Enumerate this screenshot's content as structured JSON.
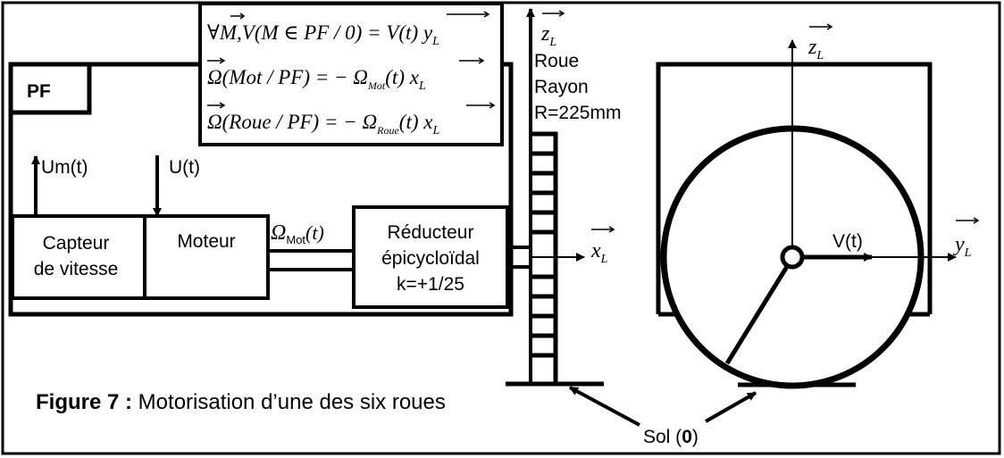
{
  "labels": {
    "pf": "PF",
    "um": "Um(t)",
    "u": "U(t)",
    "omega_mot": "Ω",
    "omega_mot_sub": "Mot",
    "omega_mot_t": "(t)",
    "capteur_line1": "Capteur",
    "capteur_line2": "de vitesse",
    "moteur": "Moteur",
    "reducteur_line1": "Réducteur",
    "reducteur_line2": "épicycloïdal",
    "reducteur_line3": "k=+1/25",
    "roue_title": "Roue",
    "roue_rayon": "Rayon",
    "roue_r": "R=225mm",
    "v": "V(t)",
    "sol_prefix": "Sol (",
    "sol_bold": "0",
    "sol_suffix": ")",
    "figure_bold": "Figure 7 :",
    "figure_text": " Motorisation d’une des six roues"
  },
  "axes": {
    "z": "z",
    "x": "x",
    "y": "y",
    "sub": "L"
  },
  "equations": {
    "eq1": "∀M,V(M ∈ PF / 0) = V(t) y",
    "eq1_sub": "L",
    "eq2_a": "Ω(Mot / PF) = − Ω",
    "eq2_sub1": "Mot",
    "eq2_b": "(t) x",
    "eq2_sub2": "L",
    "eq3_a": "Ω(Roue / PF) = − Ω",
    "eq3_sub1": "Roue",
    "eq3_b": "(t) x",
    "eq3_sub2": "L"
  }
}
